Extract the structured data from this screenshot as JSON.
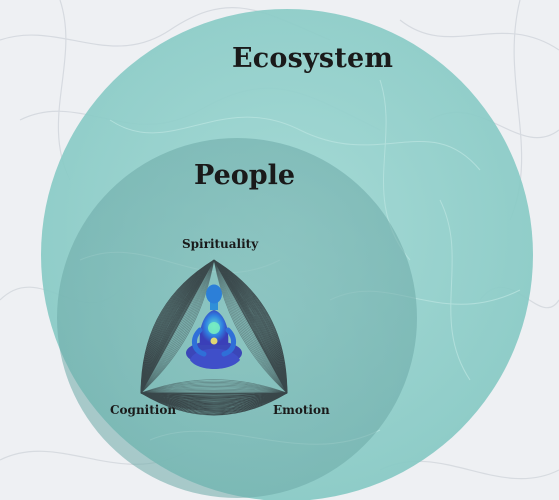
{
  "diagram": {
    "outer_circle_label": "Ecosystem",
    "inner_circle_label": "People",
    "triad_labels": {
      "top": "Spirituality",
      "left": "Cognition",
      "right": "Emotion"
    }
  },
  "colors": {
    "background": "#eef0f3",
    "outer_circle": "#8fd0cb",
    "inner_circle": "#79b5b2",
    "triad_lines": "#2e3438",
    "figure": "#2a6fd6"
  },
  "icons": {
    "center_figure": "meditating-person-icon"
  }
}
